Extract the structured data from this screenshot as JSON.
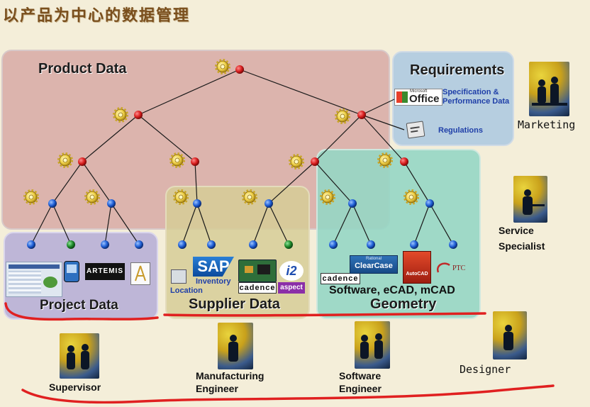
{
  "title": "以产品为中心的数据管理",
  "panels": {
    "product": "Product Data",
    "requirements": "Requirements",
    "project": "Project Data",
    "supplier": "Supplier Data",
    "geometry": "Geometry"
  },
  "requirements_items": {
    "office_logo": "Office",
    "office_brand": "Microsoft",
    "spec": "Specification & Performance Data",
    "spec_line1": "Specification &",
    "spec_line2": "Performance Data",
    "regulations": "Regulations"
  },
  "project_items": {
    "artemis": "ARTEMIS"
  },
  "supplier_items": {
    "sap": "SAP",
    "inventory": "Inventory",
    "location": "Location",
    "cadence": "cadence",
    "i2": "i2",
    "aspect": "aspect"
  },
  "geometry_items": {
    "cadence": "cadence",
    "clearcase_brand": "Rational",
    "clearcase": "ClearCase",
    "autocad": "AutoCAD",
    "ptc": "PTC",
    "caption": "Software, eCAD, mCAD"
  },
  "roles": {
    "marketing": "Marketing",
    "service_line1": "Service",
    "service_line2": "Specialist",
    "supervisor": "Supervisor",
    "mfg_line1": "Manufacturing",
    "mfg_line2": "Engineer",
    "sw_line1": "Software",
    "sw_line2": "Engineer",
    "designer": "Designer"
  },
  "colors": {
    "node_red": "#d81e1e",
    "node_blue": "#1f5fd6",
    "node_green": "#1f8a2a",
    "underline_red": "#e02020"
  }
}
